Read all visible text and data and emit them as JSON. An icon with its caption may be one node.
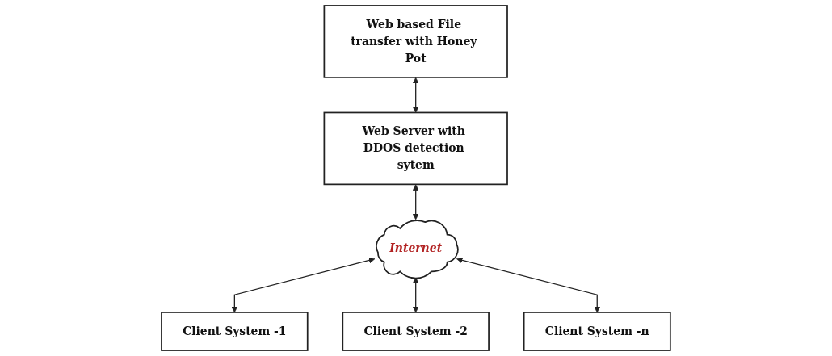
{
  "diagram": {
    "nodes": [
      {
        "text": [
          "Web Server with DDOS detection sytem"
        ]
      },
      {
        "text": [
          "Web based File transfer with Honey Pot"
        ]
      },
      {
        "text": [
          "Internet"
        ]
      },
      {
        "text": [
          "Client System -1"
        ]
      },
      {
        "text": [
          "Client System -2"
        ]
      },
      {
        "text": [
          "Client System -n"
        ]
      }
    ],
    "edges": [
      {
        "from": 0,
        "to": 1,
        "arrow": "both"
      },
      {
        "from": 0,
        "to": 2,
        "arrow": "both"
      },
      {
        "from": 2,
        "to": 3,
        "arrow": "both"
      },
      {
        "from": 2,
        "to": 4,
        "arrow": "both"
      },
      {
        "from": 2,
        "to": 5,
        "arrow": "both"
      }
    ]
  }
}
